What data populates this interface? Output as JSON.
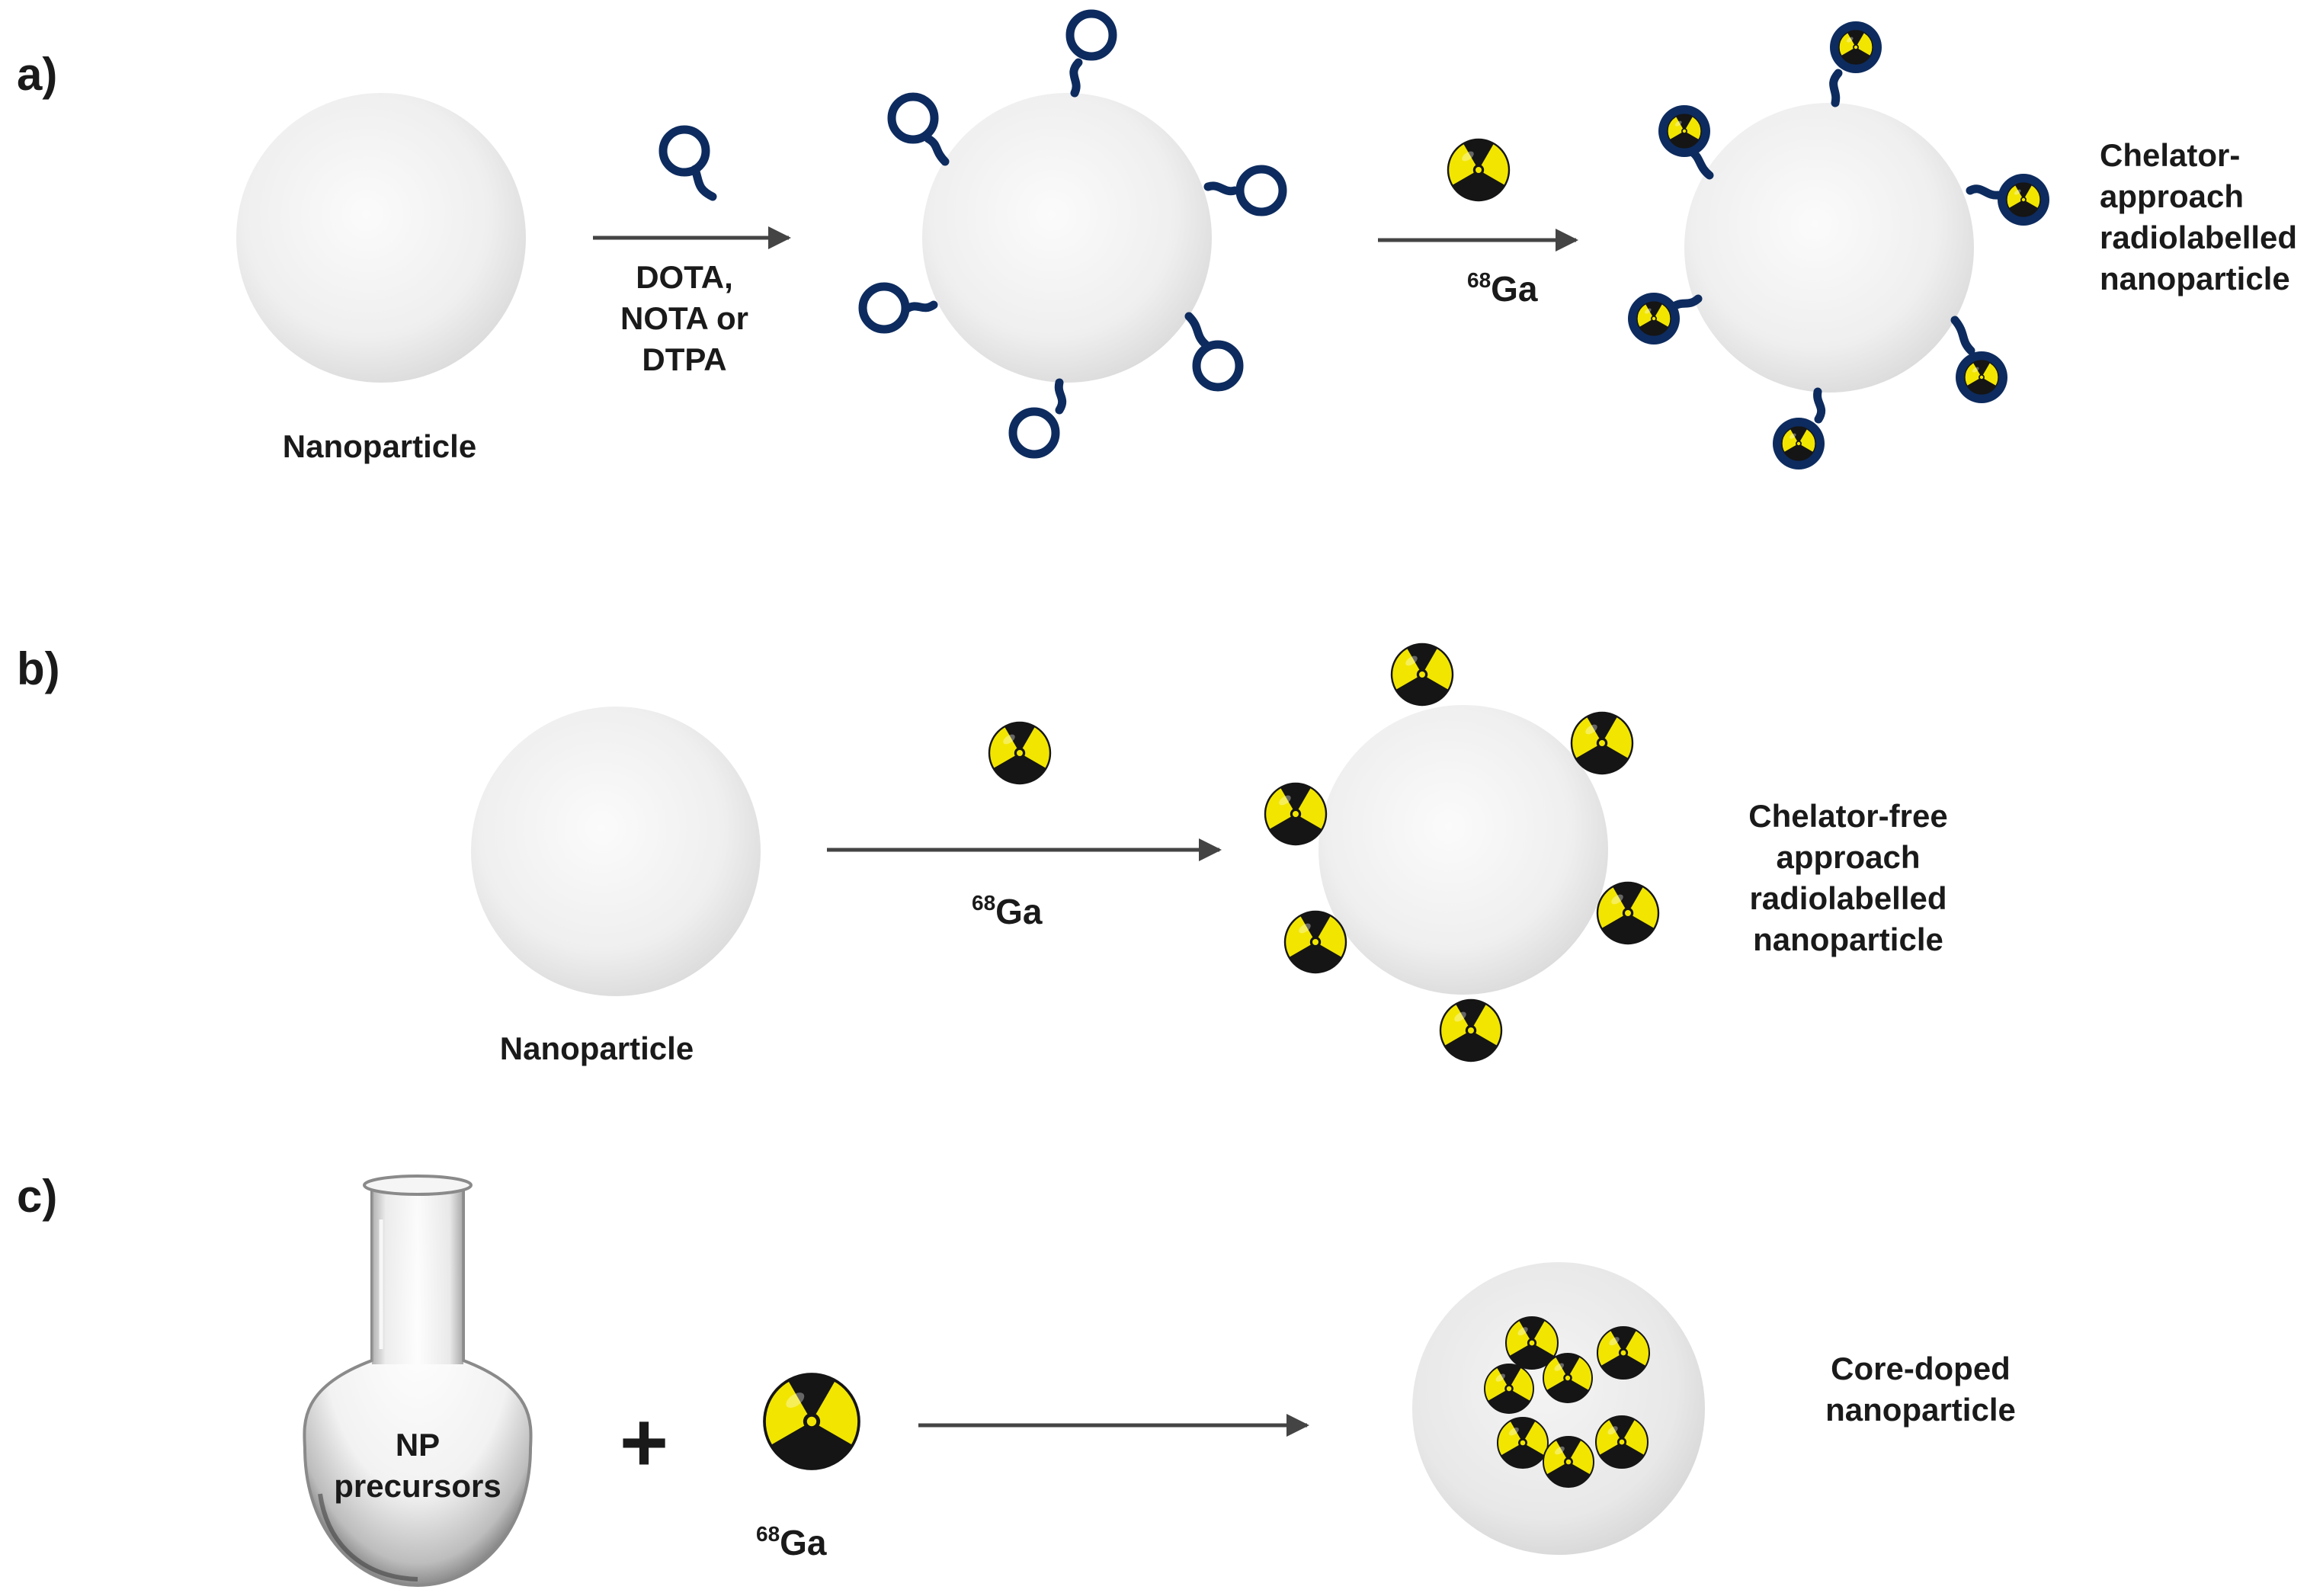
{
  "panels": {
    "a": {
      "label": "a)",
      "start_label": "Nanoparticle",
      "reagent_lines": [
        "DOTA,",
        "NOTA or",
        "DTPA"
      ],
      "isotope": {
        "mass": "68",
        "symbol": "Ga"
      },
      "result_lines": [
        "Chelator-",
        "approach",
        "radiolabelled",
        "nanoparticle"
      ]
    },
    "b": {
      "label": "b)",
      "start_label": "Nanoparticle",
      "isotope": {
        "mass": "68",
        "symbol": "Ga"
      },
      "result_lines": [
        "Chelator-free",
        "approach",
        "radiolabelled",
        "nanoparticle"
      ]
    },
    "c": {
      "label": "c)",
      "flask_lines": [
        "NP",
        "precursors"
      ],
      "plus": "+",
      "isotope": {
        "mass": "68",
        "symbol": "Ga"
      },
      "result_lines": [
        "Core-doped",
        "nanoparticle"
      ]
    }
  },
  "colors": {
    "chelator": "#0d2b5e",
    "radio_yellow": "#f2e600",
    "radio_black": "#151515",
    "sphere_light": "#fbfbfb",
    "sphere_dark": "#dcdcdc",
    "arrow": "#444444"
  },
  "icons": [
    "radioactive-ball-icon",
    "chelator-loop-icon",
    "round-bottom-flask-icon",
    "nanoparticle-sphere-icon"
  ]
}
